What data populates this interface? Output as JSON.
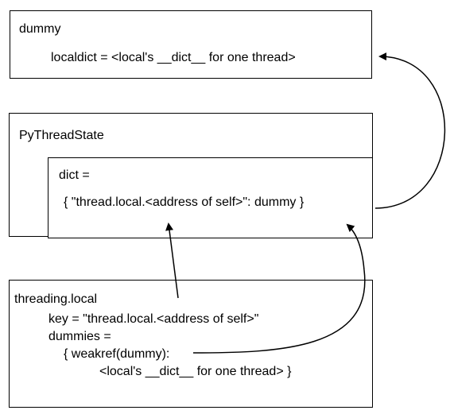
{
  "dummy_box": {
    "title": "dummy",
    "line1": "localdict = <local's __dict__ for one thread>"
  },
  "pythreadstate_box": {
    "title": "PyThreadState"
  },
  "dict_box": {
    "line1": "dict =",
    "line2": "{ \"thread.local.<address of self>\": dummy }"
  },
  "threading_local_box": {
    "title": "threading.local",
    "line1": "key = \"thread.local.<address of self>\"",
    "line2": "dummies =",
    "line3": "{ weakref(dummy):",
    "line4": "<local's __dict__ for one thread> }"
  },
  "colors": {
    "stroke": "#000000",
    "background": "#ffffff"
  }
}
